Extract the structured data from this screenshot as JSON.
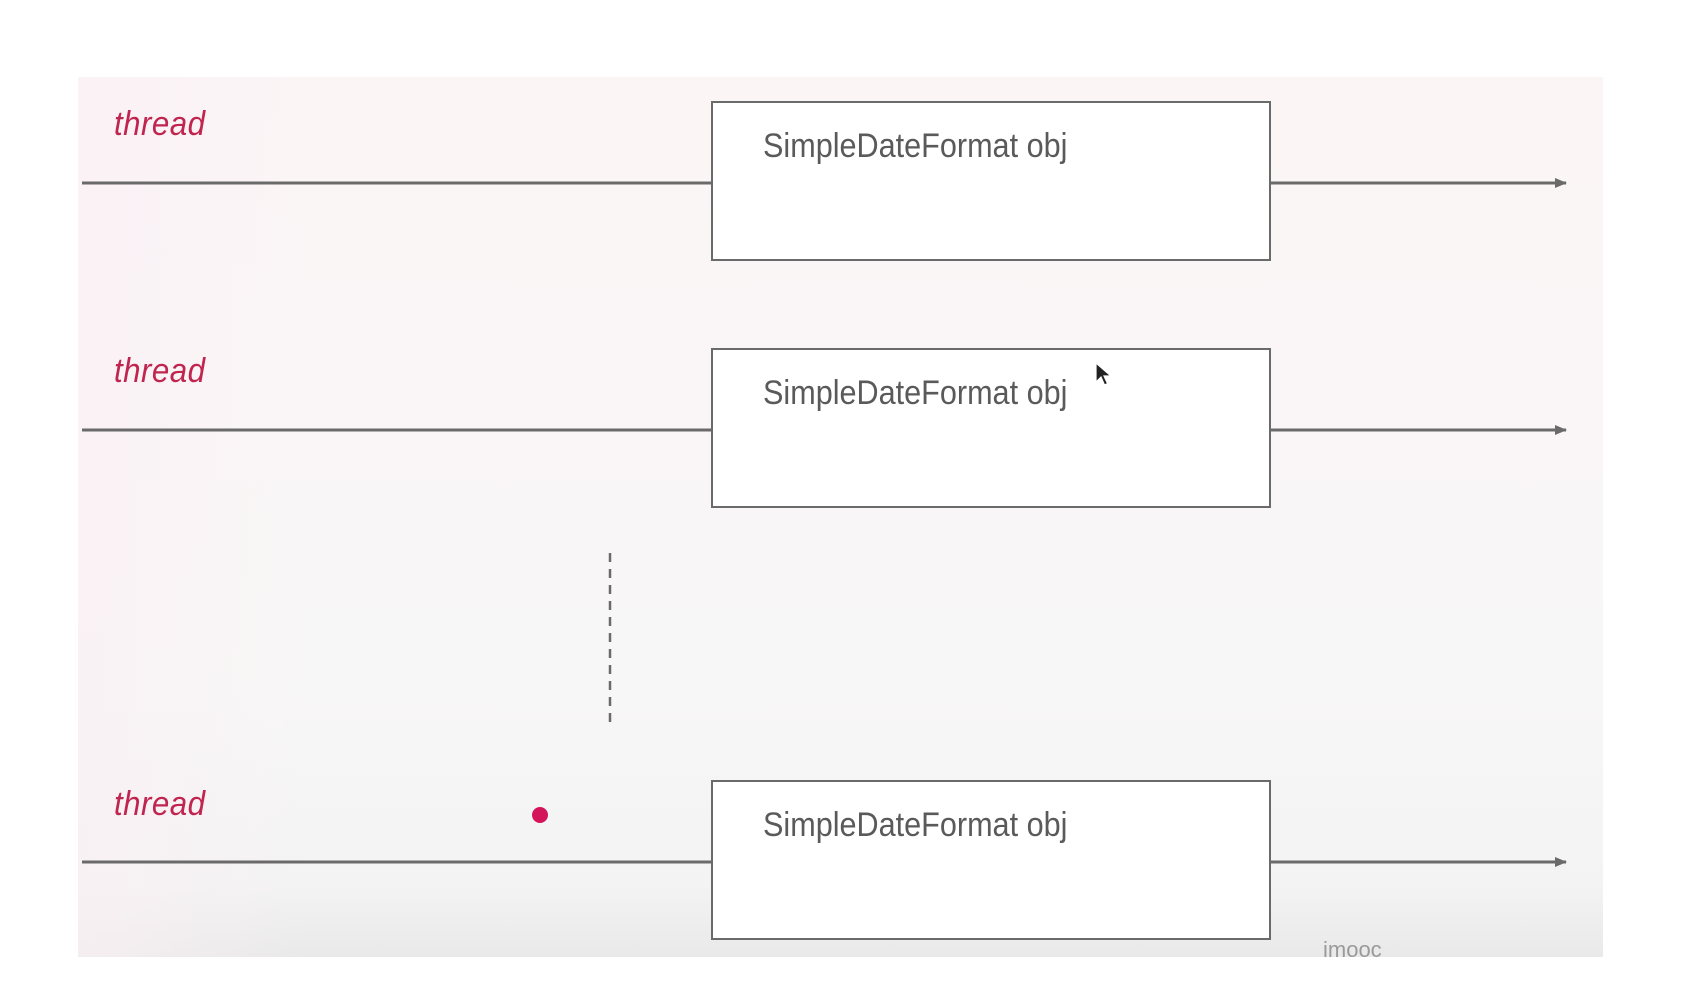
{
  "threads": [
    {
      "label": "thread",
      "object_label": "SimpleDateFormat obj"
    },
    {
      "label": "thread",
      "object_label": "SimpleDateFormat obj"
    },
    {
      "label": "thread",
      "object_label": "SimpleDateFormat obj"
    }
  ],
  "watermark": "imooc",
  "colors": {
    "thread_label": "#c0254f",
    "line": "#6a6a6a",
    "pointer_dot": "#d4145a"
  }
}
